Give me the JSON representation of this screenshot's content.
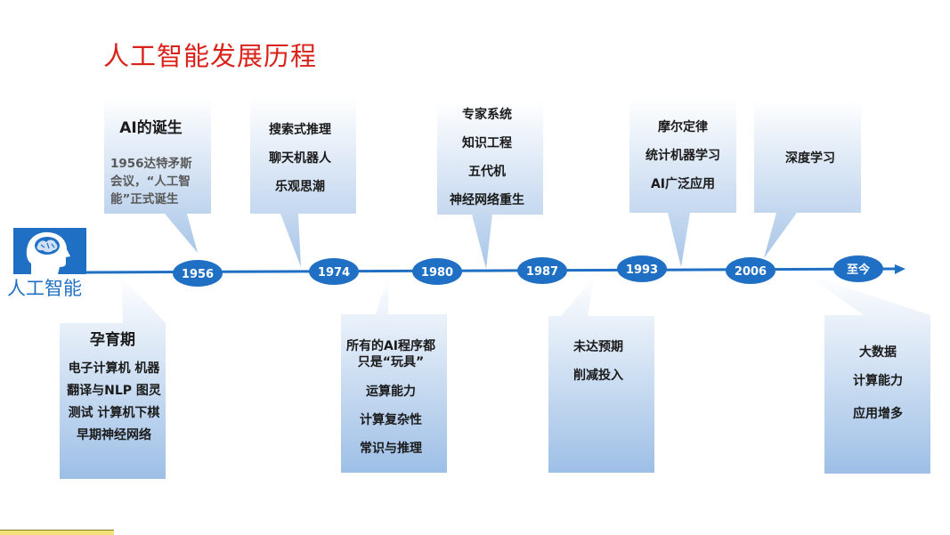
{
  "title": "人工智能发展历程",
  "logo_text": "人工智能",
  "milestones": [
    {
      "label": "1956"
    },
    {
      "label": "1974"
    },
    {
      "label": "1980"
    },
    {
      "label": "1987"
    },
    {
      "label": "1993"
    },
    {
      "label": "2006"
    },
    {
      "label": "至今"
    }
  ],
  "top_boxes": [
    {
      "head": "AI的诞生",
      "sub": "1956达特矛斯会议，“人工智能”正式诞生"
    },
    {
      "lines": [
        "搜索式推理",
        "聊天机器人",
        "乐观思潮"
      ]
    },
    {
      "lines": [
        "专家系统",
        "知识工程",
        "五代机",
        "神经网络重生"
      ]
    },
    {
      "lines": [
        "摩尔定律",
        "统计机器学习",
        "AI广泛应用"
      ]
    },
    {
      "lines": [
        "深度学习"
      ]
    }
  ],
  "bottom_boxes": [
    {
      "head": "孕育期",
      "body": "电子计算机 机器翻译与NLP 图灵测试 计算机下棋 早期神经网络"
    },
    {
      "lines": [
        "所有的AI程序都只是“玩具”",
        "运算能力",
        "计算复杂性",
        "常识与推理"
      ]
    },
    {
      "lines": [
        "未达预期",
        "削减投入"
      ]
    },
    {
      "lines": [
        "大数据",
        "计算能力",
        "应用增多"
      ]
    }
  ],
  "colors": {
    "title": "#d9221a",
    "timeline": "#1f6fc4",
    "box_gradient_top": "#ffffff",
    "box_gradient_bottom": "#a9c6e8"
  }
}
